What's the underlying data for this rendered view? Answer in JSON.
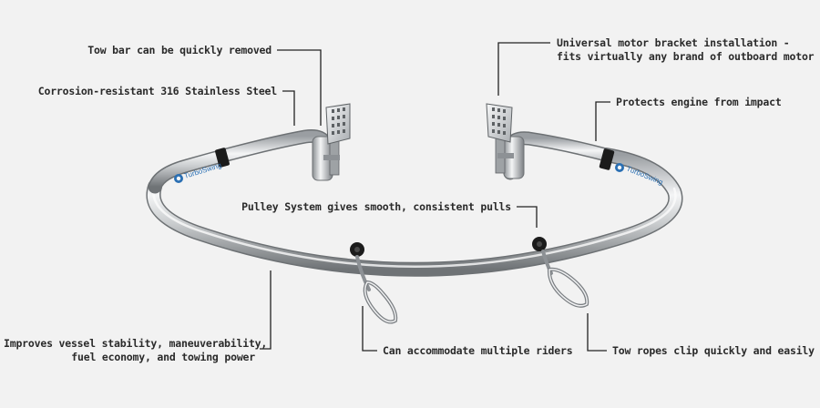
{
  "colors": {
    "background": "#f2f2f2",
    "text": "#2a2a2a",
    "leader": "#222222",
    "accent_blue": "#2a6fb3",
    "steel_light": "#e6e8ea",
    "steel_dark": "#7d8185"
  },
  "logo": {
    "left_text": "TurboSwing",
    "right_text": "TurboSwing"
  },
  "callouts": {
    "tow_bar": "Tow bar can be quickly removed",
    "stainless": "Corrosion-resistant 316 Stainless Steel",
    "motor_bracket_line1": "Universal motor bracket installation -",
    "motor_bracket_line2": "fits virtually any brand of outboard motor",
    "protects": "Protects engine from impact",
    "pulley": "Pulley System gives smooth, consistent pulls",
    "stability_line1": "Improves vessel stability, maneuverability,",
    "stability_line2": "fuel economy, and towing power",
    "riders": "Can accommodate multiple riders",
    "tow_ropes": "Tow ropes clip quickly and easily"
  }
}
